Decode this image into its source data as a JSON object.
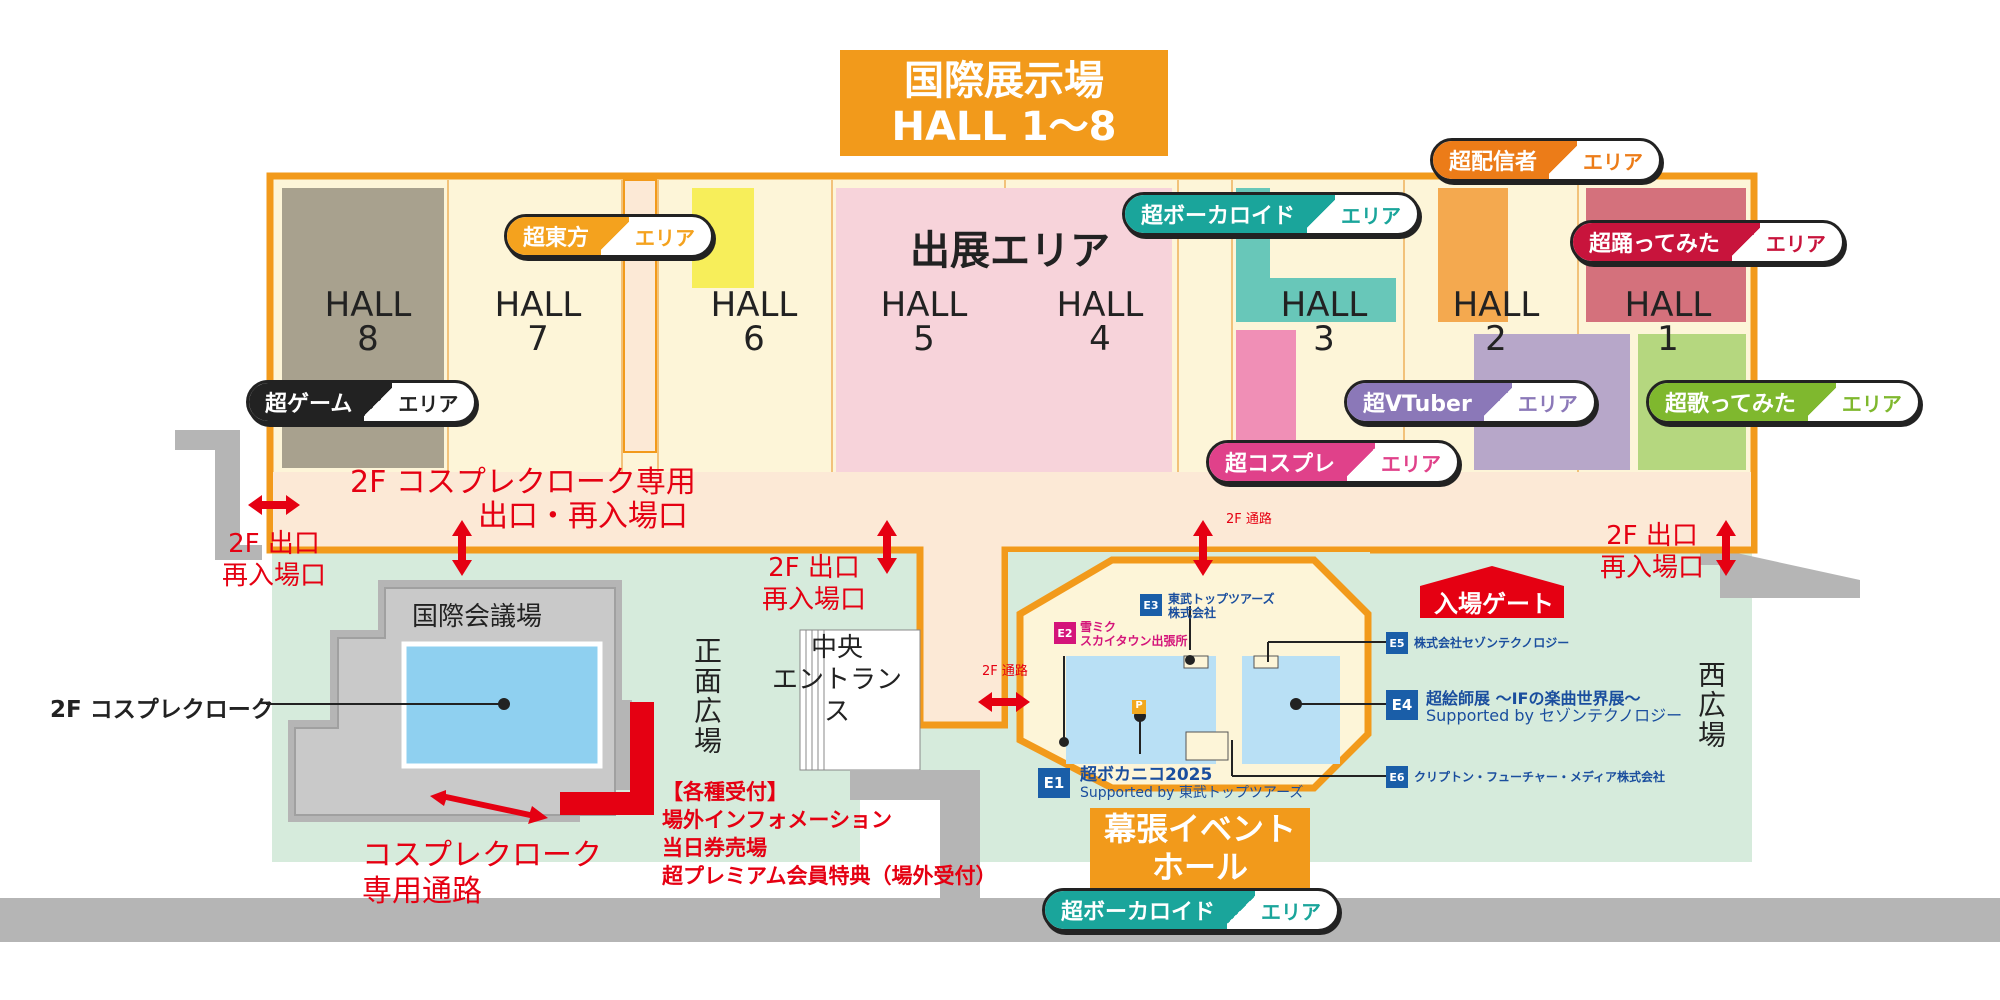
{
  "title": {
    "line1": "国際展示場",
    "line2": "HALL 1〜8"
  },
  "exhibit_area": "出展エリア",
  "halls": [
    {
      "name": "HALL",
      "num": "8"
    },
    {
      "name": "HALL",
      "num": "7"
    },
    {
      "name": "HALL",
      "num": "6"
    },
    {
      "name": "HALL",
      "num": "5"
    },
    {
      "name": "HALL",
      "num": "4"
    },
    {
      "name": "HALL",
      "num": "3"
    },
    {
      "name": "HALL",
      "num": "2"
    },
    {
      "name": "HALL",
      "num": "1"
    }
  ],
  "areas": [
    {
      "id": "touhou",
      "main": "超東方",
      "sub": "エリア",
      "color": "#f4a21e"
    },
    {
      "id": "vocaloid-top",
      "main": "超ボーカロイド",
      "sub": "エリア",
      "color": "#1aa59b"
    },
    {
      "id": "haishinsha",
      "main": "超配信者",
      "sub": "エリア",
      "color": "#ec7c18"
    },
    {
      "id": "odottemita",
      "main": "超踊ってみた",
      "sub": "エリア",
      "color": "#c8143c"
    },
    {
      "id": "game",
      "main": "超ゲーム",
      "sub": "エリア",
      "color": "#222222"
    },
    {
      "id": "vtuber",
      "main": "超VTuber",
      "sub": "エリア",
      "color": "#8b78b8"
    },
    {
      "id": "utattemita",
      "main": "超歌ってみた",
      "sub": "エリア",
      "color": "#7fb82e"
    },
    {
      "id": "cosplay",
      "main": "超コスプレ",
      "sub": "エリア",
      "color": "#e0418a"
    },
    {
      "id": "vocaloid-bottom",
      "main": "超ボーカロイド",
      "sub": "エリア",
      "color": "#1aa59b"
    }
  ],
  "labels": {
    "cloak_exit_line1": "2F コスプレクローク専用",
    "cloak_exit_line2": "出口・再入場口",
    "exit_left_line1": "2F 出口",
    "exit_left_line2": "再入場口",
    "exit_center_line1": "2F 出口",
    "exit_center_line2": "再入場口",
    "exit_right_line1": "2F 出口",
    "exit_right_line2": "再入場口",
    "passage_top": "2F 通路",
    "passage_left": "2F 通路",
    "conference": "国際会議場",
    "cosplay_cloak": "2F コスプレクローク",
    "cloak_passage_line1": "コスプレクローク",
    "cloak_passage_line2": "専用通路",
    "shomen_hiroba": "正面広場",
    "central_line1": "中央",
    "central_line2": "エントランス",
    "nishi_hiroba": "西広場",
    "entry_gate": "入場ゲート",
    "event_hall_line1": "幕張イベント",
    "event_hall_line2": "ホール",
    "reception_1": "【各種受付】",
    "reception_2": "場外インフォメーション",
    "reception_3": "当日券売場",
    "reception_4": "超プレミアム会員特典（場外受付）"
  },
  "booths": [
    {
      "code": "E1",
      "line1": "超ボカニコ2025",
      "line2": "Supported by 東武トップツアーズ",
      "color": "#1a5ea8"
    },
    {
      "code": "E2",
      "line1": "雪ミク",
      "line2": "スカイタウン出張所",
      "color": "#d4147a"
    },
    {
      "code": "E3",
      "line1": "東武トップツアーズ",
      "line2": "株式会社",
      "color": "#1a5ea8"
    },
    {
      "code": "E4",
      "line1": "超絵師展 〜IFの楽曲世界展〜",
      "line2": "Supported by セゾンテクノロジー",
      "color": "#1a5ea8"
    },
    {
      "code": "E5",
      "line1": "株式会社セゾンテクノロジー",
      "line2": "",
      "color": "#1a5ea8"
    },
    {
      "code": "E6",
      "line1": "クリプトン・フューチャー・メディア株式会社",
      "line2": "",
      "color": "#1a5ea8"
    }
  ],
  "p_marker": "P",
  "colors": {
    "orange": "#f29a1b",
    "red": "#e50012",
    "hall_bg": "#fdf5d8",
    "corridor": "#fce9d6",
    "plaza": "#d6ebdc",
    "gray": "#b5b5b5",
    "pink": "#f7d3da",
    "blue": "#8fd0f0"
  }
}
